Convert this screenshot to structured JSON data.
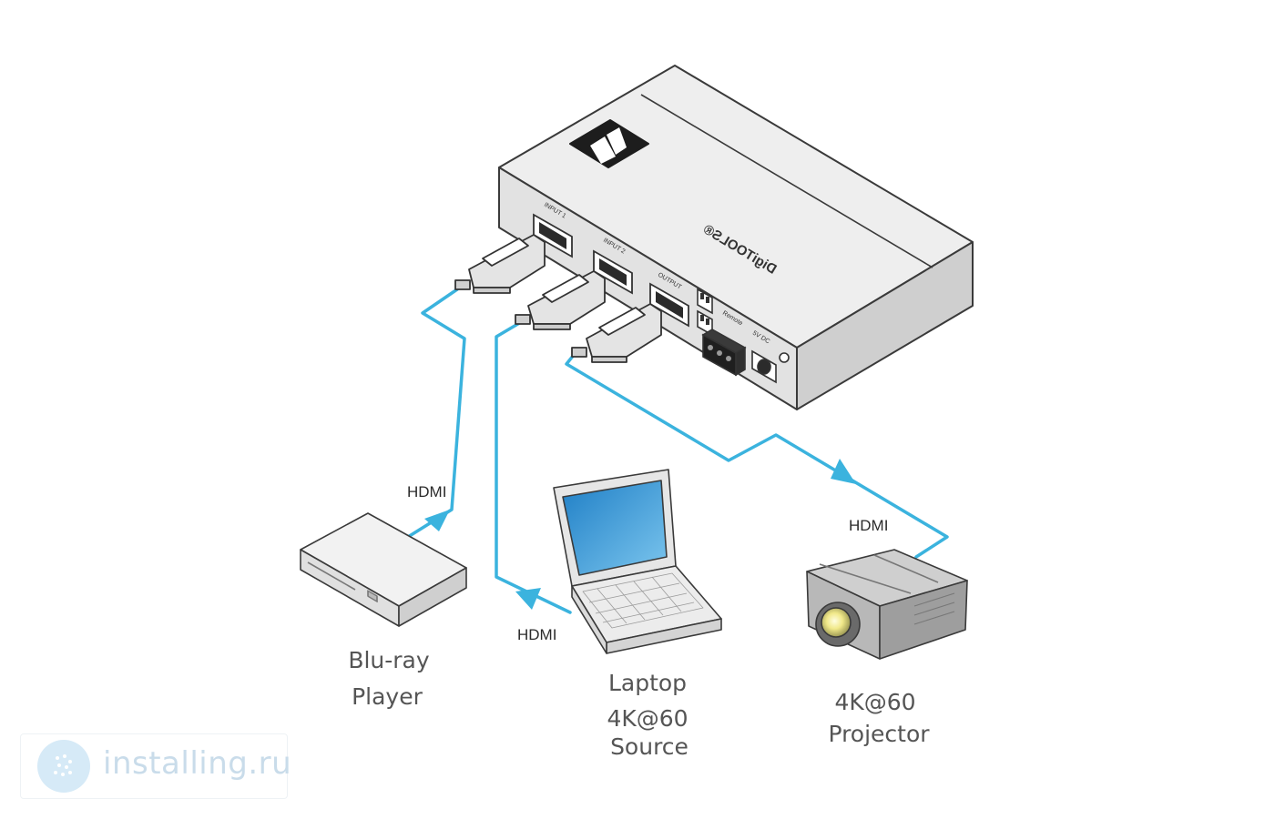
{
  "device": {
    "brand": "DigiTOOLS®",
    "ports": {
      "input1": "INPUT 1",
      "input2": "INPUT 2",
      "output": "OUTPUT",
      "remote": "Remote",
      "power": "5V DC"
    }
  },
  "cables": {
    "bluray": "HDMI",
    "laptop": "HDMI",
    "projector": "HDMI"
  },
  "devices": {
    "bluray": [
      "Blu-ray",
      "Player"
    ],
    "laptop": [
      "Laptop",
      "4K@60",
      "Source"
    ],
    "projector": [
      "4K@60",
      "Projector"
    ]
  },
  "watermark": {
    "text": "installing.ru"
  },
  "colors": {
    "cable": "#3bb3de",
    "device_body": "#e8e8e8",
    "outline": "#3a3a3a",
    "label": "#555555"
  }
}
